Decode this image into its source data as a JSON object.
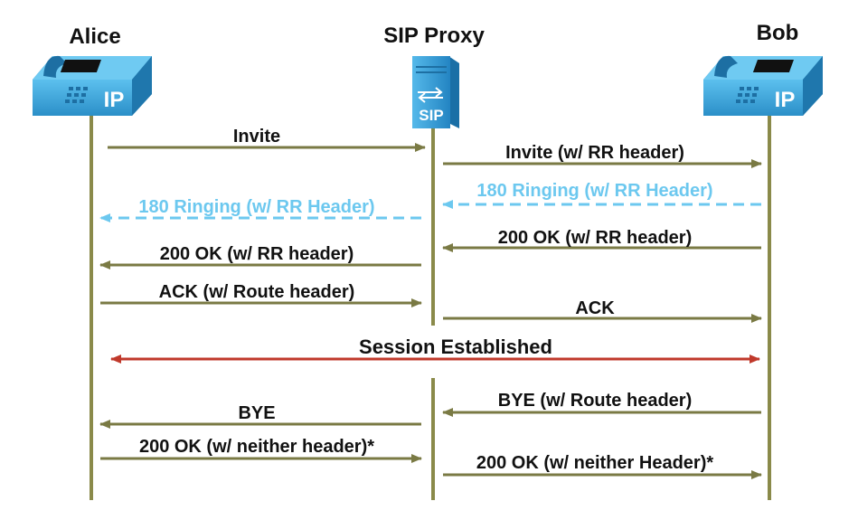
{
  "participants": {
    "alice": "Alice",
    "proxy": "SIP Proxy",
    "bob": "Bob"
  },
  "phone_label": "IP",
  "server_label": "SIP",
  "colors": {
    "lifeline": "#8a8a4a",
    "arrow": "#7a7a44",
    "provisional": "#6cc8ef",
    "session": "#c0392b",
    "phone_body": "#3aa3d8",
    "server_body": "#2f9bd6"
  },
  "messages": {
    "invite_1": "Invite",
    "invite_2": "Invite (w/ RR header)",
    "ringing_2": "180 Ringing (w/ RR Header)",
    "ringing_1": "180 Ringing (w/ RR Header)",
    "ok_2": "200 OK (w/ RR header)",
    "ok_1": "200 OK (w/ RR header)",
    "ack_1": "ACK (w/ Route header)",
    "ack_2": "ACK",
    "session": "Session Established",
    "bye_2": "BYE (w/ Route header)",
    "bye_1": "BYE",
    "ok_bye_1": "200 OK (w/ neither header)*",
    "ok_bye_2": "200 OK (w/ neither Header)*"
  }
}
